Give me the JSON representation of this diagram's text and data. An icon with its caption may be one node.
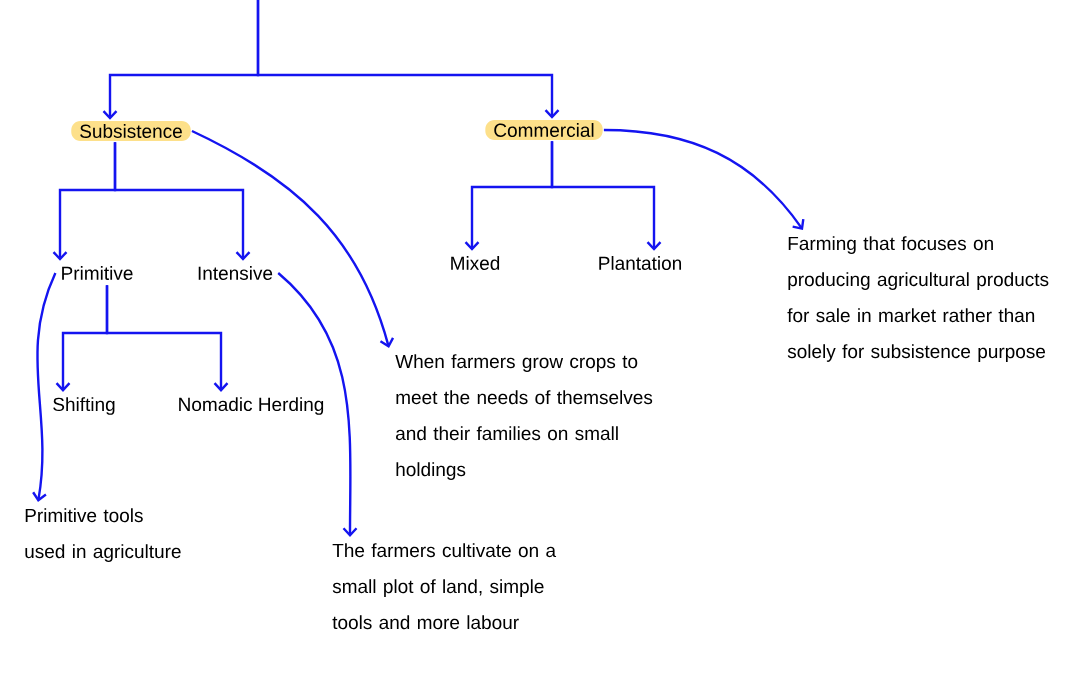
{
  "diagram": {
    "nodes": [
      {
        "text": [
          "Subsistence"
        ]
      },
      {
        "text": [
          "Commercial"
        ]
      },
      {
        "text": [
          "Primitive"
        ]
      },
      {
        "text": [
          "Intensive"
        ]
      },
      {
        "text": [
          "Mixed"
        ]
      },
      {
        "text": [
          "Plantation"
        ]
      },
      {
        "text": [
          "Shifting"
        ]
      },
      {
        "text": [
          "Nomadic Herding"
        ]
      },
      {
        "text": [
          "When farmers grow crops to meet the needs of themselves and their families on small holdings"
        ]
      },
      {
        "text": [
          "Farming that focuses on producing agricultural products for sale in market rather than solely for subsistence purpose"
        ]
      },
      {
        "text": [
          "Primitive tools used in agriculture"
        ]
      },
      {
        "text": [
          "The farmers cultivate on a small plot of land,  simple tools and more labour"
        ]
      }
    ],
    "edges": [
      {
        "from": null,
        "to": 0,
        "arrow": "to"
      },
      {
        "from": null,
        "to": 1,
        "arrow": "to"
      },
      {
        "from": 0,
        "to": 2,
        "arrow": "to"
      },
      {
        "from": 0,
        "to": 3,
        "arrow": "to"
      },
      {
        "from": 1,
        "to": 4,
        "arrow": "to"
      },
      {
        "from": 1,
        "to": 5,
        "arrow": "to"
      },
      {
        "from": 2,
        "to": 6,
        "arrow": "to"
      },
      {
        "from": 2,
        "to": 7,
        "arrow": "to"
      },
      {
        "from": 0,
        "to": 8,
        "arrow": "to"
      },
      {
        "from": 1,
        "to": 9,
        "arrow": "to"
      },
      {
        "from": 2,
        "to": 10,
        "arrow": "to"
      },
      {
        "from": 3,
        "to": 11,
        "arrow": "to"
      }
    ]
  }
}
